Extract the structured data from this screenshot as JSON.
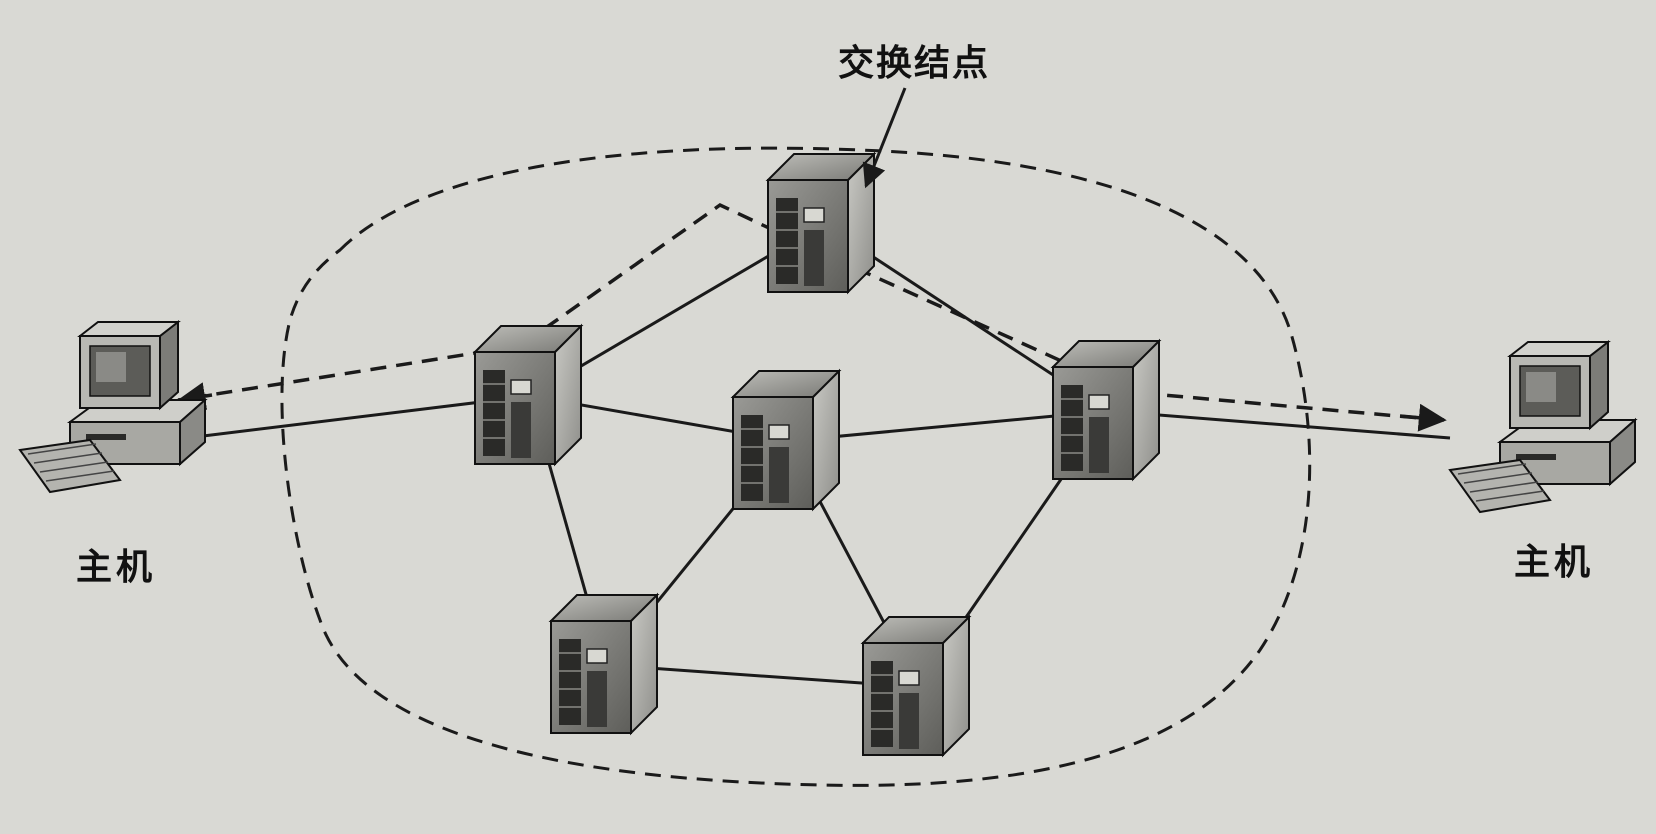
{
  "labels": {
    "switching_node": "交换结点",
    "host_left": "主机",
    "host_right": "主机"
  },
  "colors": {
    "background": "#d9d9d4",
    "line": "#1a1a1a",
    "node_face": "#8c8c88"
  },
  "nodes": [
    {
      "id": "n-top"
    },
    {
      "id": "n-left"
    },
    {
      "id": "n-center"
    },
    {
      "id": "n-right"
    },
    {
      "id": "n-bottom-left"
    },
    {
      "id": "n-bottom-right"
    }
  ],
  "links": [
    [
      "n-left",
      "n-top"
    ],
    [
      "n-top",
      "n-right"
    ],
    [
      "n-left",
      "n-center"
    ],
    [
      "n-center",
      "n-right"
    ],
    [
      "n-left",
      "n-bottom-left"
    ],
    [
      "n-center",
      "n-bottom-left"
    ],
    [
      "n-center",
      "n-bottom-right"
    ],
    [
      "n-right",
      "n-bottom-right"
    ],
    [
      "n-bottom-left",
      "n-bottom-right"
    ],
    [
      "host-left",
      "n-left"
    ],
    [
      "n-right",
      "host-right"
    ]
  ],
  "path": [
    "host-right",
    "n-right",
    "n-top",
    "host-left"
  ]
}
